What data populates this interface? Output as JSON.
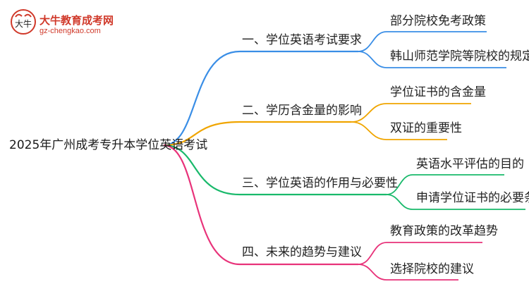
{
  "logo": {
    "cn": "大牛教育成考网",
    "url": "gz-chengkao.com",
    "mark": "大牛"
  },
  "root": {
    "label": "2025年广州成考专升本学位英语考试"
  },
  "colors": {
    "blue": "#3a8ee6",
    "orange": "#f0a500",
    "green": "#19b96b",
    "pink": "#e8337a"
  },
  "branches": [
    {
      "label": "一、学位英语考试要求",
      "color": "#3a8ee6",
      "children": [
        "部分院校免考政策",
        "韩山师范学院等院校的规定"
      ]
    },
    {
      "label": "二、学历含金量的影响",
      "color": "#f0a500",
      "children": [
        "学位证书的含金量",
        "双证的重要性"
      ]
    },
    {
      "label": "三、学位英语的作用与必要性",
      "color": "#19b96b",
      "children": [
        "英语水平评估的目的",
        "申请学位证书的必要条件"
      ]
    },
    {
      "label": "四、未来的趋势与建议",
      "color": "#e8337a",
      "children": [
        "教育政策的改革趋势",
        "选择院校的建议"
      ]
    }
  ]
}
